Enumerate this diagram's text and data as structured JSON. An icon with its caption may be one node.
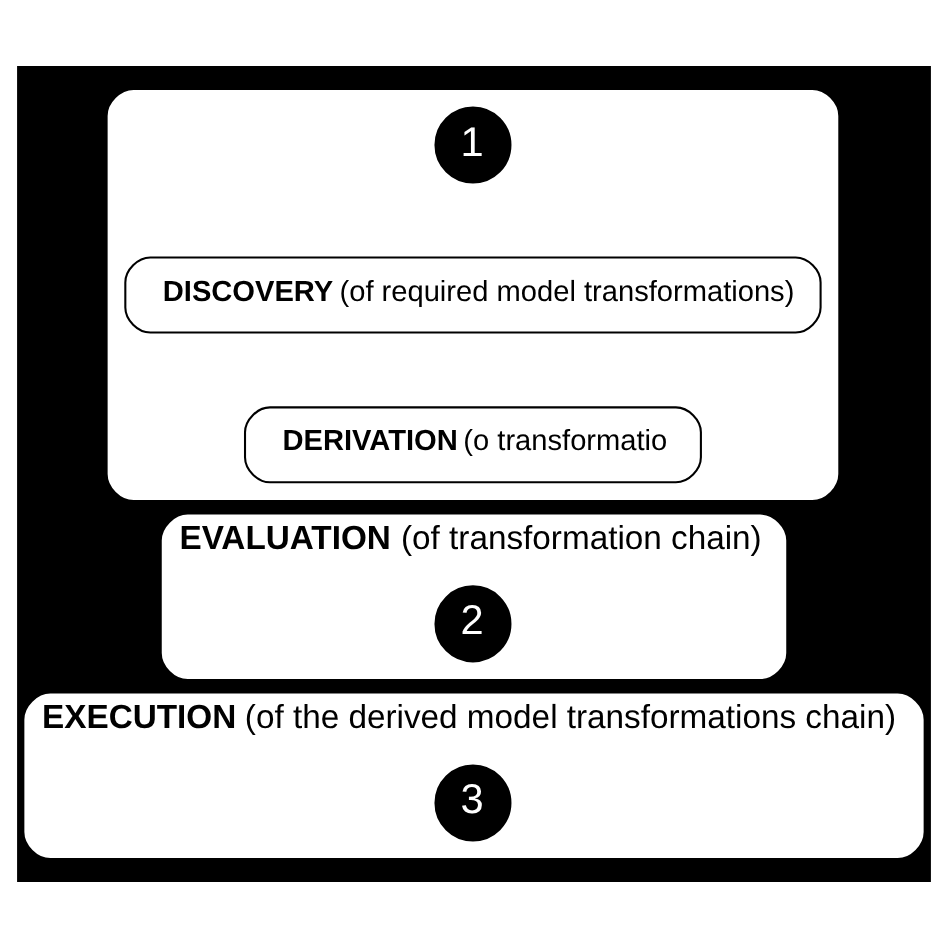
{
  "diagram": {
    "nodes": [
      {
        "text": [],
        "shape": "box"
      },
      {
        "text": [
          "1"
        ],
        "in": 0
      },
      {
        "text": [
          "**DISCOVERY** (of required model transformations)"
        ],
        "in": 0
      },
      {
        "text": [
          "**DERIVATION** (o transformatio"
        ],
        "in": 0
      },
      {
        "text": [
          "**EVALUATION** (of transformation chain)"
        ]
      },
      {
        "text": [
          "2"
        ],
        "in": 4
      },
      {
        "text": [
          "**EXECUTION** (of the derived model transformations chain)"
        ]
      },
      {
        "text": [
          "3"
        ],
        "in": 6
      }
    ],
    "edges": []
  }
}
